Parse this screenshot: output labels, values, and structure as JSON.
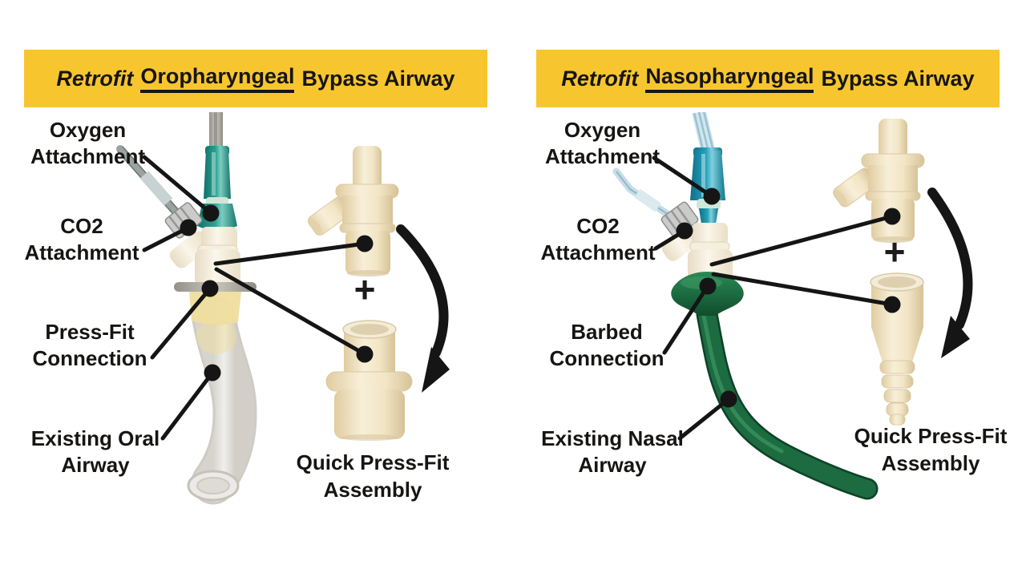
{
  "colors": {
    "background": "#FFFFFF",
    "banner": "#F7C62F",
    "text": "#171513",
    "line": "#151515",
    "cream": "#F2E5C8",
    "teal_left": "#2D9C92",
    "teal_right": "#2093AC",
    "green_airway": "#1C6B41",
    "flange_grey": "#B5B1A8"
  },
  "panels": [
    {
      "id": "oropharyngeal",
      "title": {
        "prefix": "Retrofit",
        "keyword": "Oropharyngeal",
        "suffix": "Bypass Airway"
      },
      "labels": {
        "oxygen": "Oxygen Attachment",
        "co2": "CO2 Attachment",
        "connection": "Press-Fit Connection",
        "airway": "Existing Oral Airway"
      },
      "plus": "+",
      "caption": "Quick Press-Fit Assembly"
    },
    {
      "id": "nasopharyngeal",
      "title": {
        "prefix": "Retrofit",
        "keyword": "Nasopharyngeal",
        "suffix": "Bypass Airway"
      },
      "labels": {
        "oxygen": "Oxygen Attachment",
        "co2": "CO2 Attachment",
        "connection": "Barbed Connection",
        "airway": "Existing Nasal Airway"
      },
      "plus": "+",
      "caption": "Quick Press-Fit Assembly"
    }
  ]
}
